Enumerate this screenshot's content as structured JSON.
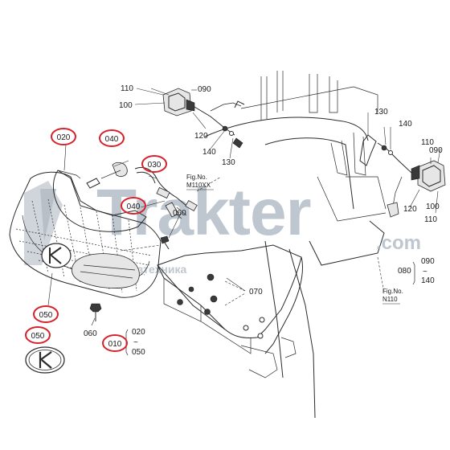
{
  "watermark": {
    "brand": "Trakter",
    "domain": ".com",
    "tagline": "Сельхозтехника"
  },
  "references": [
    {
      "fig_label": "Fig.No.",
      "code": "M110XX"
    },
    {
      "fig_label": "Fig.No.",
      "code": "N110"
    }
  ],
  "part_labels": [
    {
      "id": "110-a",
      "text": "110"
    },
    {
      "id": "090-a",
      "text": "090"
    },
    {
      "id": "100-a",
      "text": "100"
    },
    {
      "id": "120-a",
      "text": "120"
    },
    {
      "id": "140-a",
      "text": "140"
    },
    {
      "id": "130-a",
      "text": "130"
    },
    {
      "id": "130-b",
      "text": "130"
    },
    {
      "id": "140-b",
      "text": "140"
    },
    {
      "id": "110-b",
      "text": "110"
    },
    {
      "id": "090-b",
      "text": "090"
    },
    {
      "id": "100-b",
      "text": "100"
    },
    {
      "id": "120-b",
      "text": "120"
    },
    {
      "id": "110-c",
      "text": "110"
    },
    {
      "id": "060-a",
      "text": "060"
    },
    {
      "id": "070-a",
      "text": "070"
    },
    {
      "id": "060-b",
      "text": "060"
    },
    {
      "id": "080",
      "text": "080"
    },
    {
      "id": "090-c",
      "text": "090"
    },
    {
      "id": "140-c",
      "text": "140"
    },
    {
      "id": "020-b",
      "text": "020"
    },
    {
      "id": "050-c",
      "text": "050"
    }
  ],
  "range_symbol": "~",
  "highlighted_labels": [
    {
      "id": "020",
      "text": "020"
    },
    {
      "id": "040-a",
      "text": "040"
    },
    {
      "id": "030",
      "text": "030"
    },
    {
      "id": "040-b",
      "text": "040"
    },
    {
      "id": "050-a",
      "text": "050"
    },
    {
      "id": "050-b",
      "text": "050"
    },
    {
      "id": "010",
      "text": "010"
    }
  ],
  "highlight_color": "#d6222b"
}
